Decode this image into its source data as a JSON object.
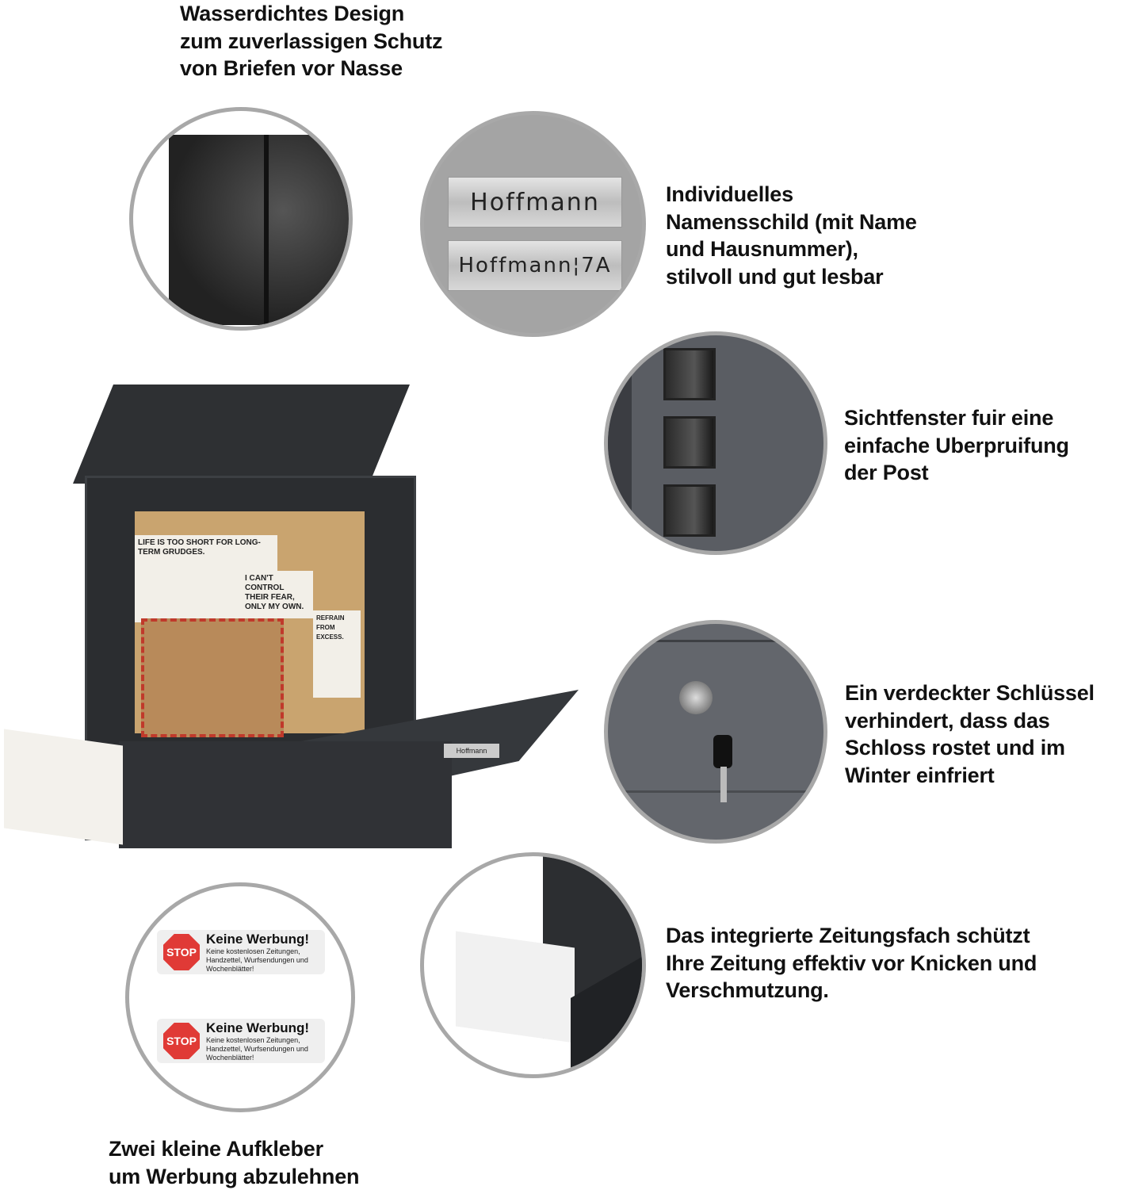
{
  "features": {
    "waterproof": "Wasserdichtes Design\nzum zuverlassigen Schutz\nvon Briefen vor Nasse",
    "nameplate": "Individuelles\nNamensschild (mit Name\nund Hausnummer),\nstilvoll und gut lesbar",
    "window": "Sichtfenster fuir eine\neinfache Uberpruifung\nder Post",
    "lock": "Ein verdeckter Schlüssel\nverhindert, dass das\nSchloss rostet und im\nWinter einfriert",
    "newspaper": "Das integrierte Zeitungsfach schützt\nIhre Zeitung effektiv vor Knicken und\nVerschmutzung.",
    "stickers": "Zwei kleine Aufkleber\num Werbung abzulehnen"
  },
  "nameplates": [
    "Hoffmann",
    "Hoffmann¦7A"
  ],
  "mailbox_plate": "Hoffmann",
  "sticker": {
    "stop": "STOP",
    "title": "Keine Werbung!",
    "body": "Keine kostenlosen Zeitungen, Handzettel, Wurfsendungen und Wochenblätter!"
  },
  "newspaper_headlines": [
    "LIFE IS TOO SHORT FOR LONG-TERM GRUDGES.",
    "I CAN'T CONTROL THEIR FEAR, ONLY MY OWN.",
    "REFRAIN FROM EXCESS."
  ]
}
